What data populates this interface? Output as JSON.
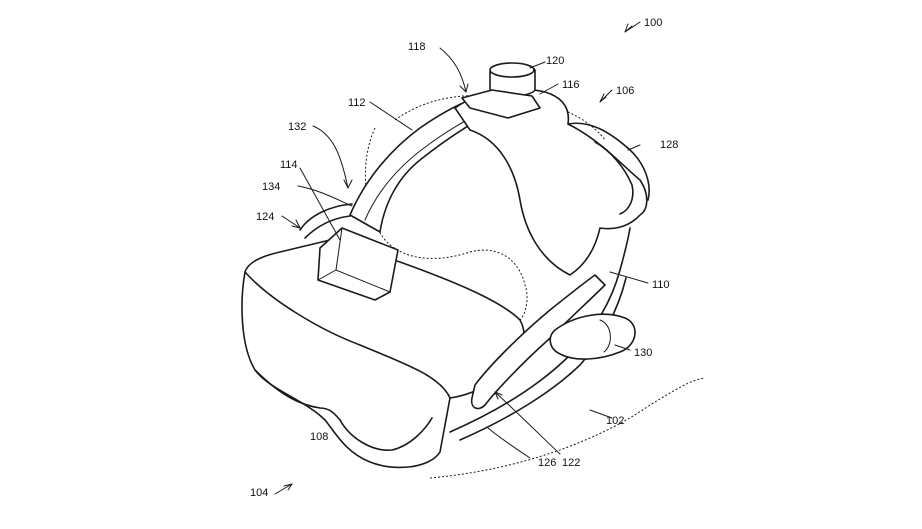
{
  "figure": {
    "labels": {
      "l100": "100",
      "l102": "102",
      "l104": "104",
      "l106": "106",
      "l108": "108",
      "l110": "110",
      "l112": "112",
      "l114": "114",
      "l116": "116",
      "l118": "118",
      "l120": "120",
      "l122": "122",
      "l124": "124",
      "l126": "126",
      "l128": "128",
      "l130": "130",
      "l132": "132",
      "l134": "134"
    }
  }
}
